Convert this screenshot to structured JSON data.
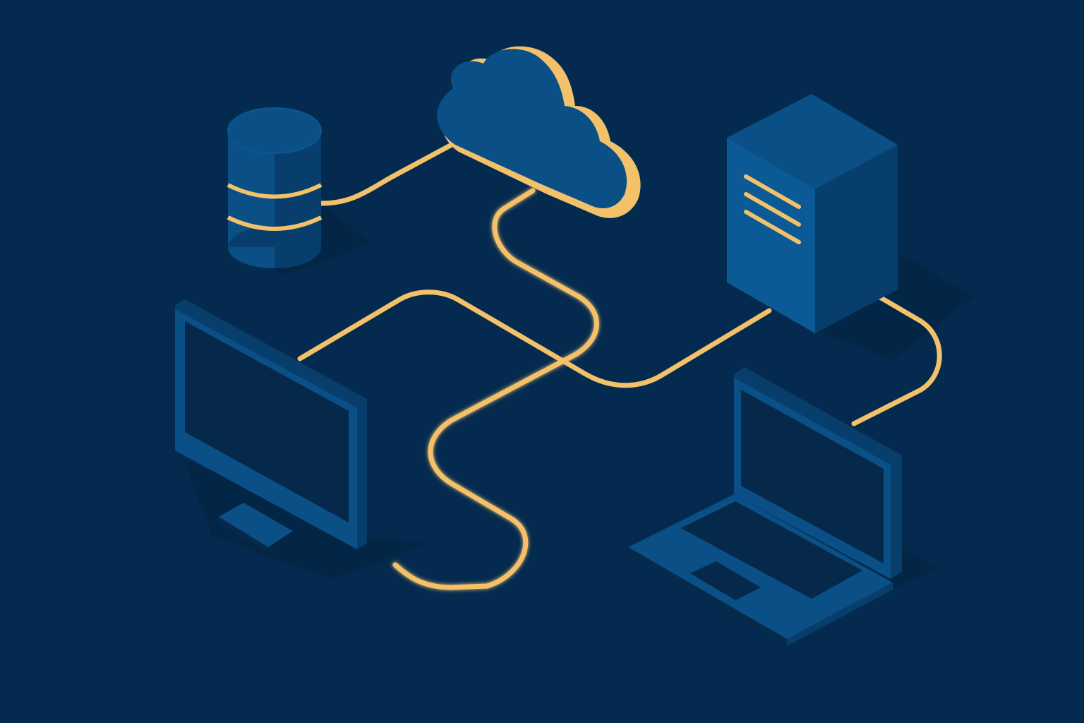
{
  "diagram": {
    "type": "network-topology",
    "nodes": [
      {
        "id": "cloud",
        "kind": "cloud",
        "icon": "cloud-icon"
      },
      {
        "id": "database",
        "kind": "database",
        "icon": "database-icon"
      },
      {
        "id": "server",
        "kind": "server",
        "icon": "server-icon"
      },
      {
        "id": "desktop",
        "kind": "desktop",
        "icon": "desktop-monitor-icon"
      },
      {
        "id": "laptop",
        "kind": "laptop",
        "icon": "laptop-icon"
      }
    ],
    "links": [
      {
        "from": "database",
        "to": "cloud"
      },
      {
        "from": "cloud",
        "to": "desktop"
      },
      {
        "from": "desktop",
        "to": "server"
      },
      {
        "from": "server",
        "to": "laptop"
      }
    ]
  },
  "colors": {
    "background": "#042b4f",
    "device_face": "#0a4f86",
    "device_side": "#073e6b",
    "device_dark": "#052a4a",
    "screen": "#06284a",
    "cable": "#f4c16b",
    "shadow": "#03223f"
  }
}
